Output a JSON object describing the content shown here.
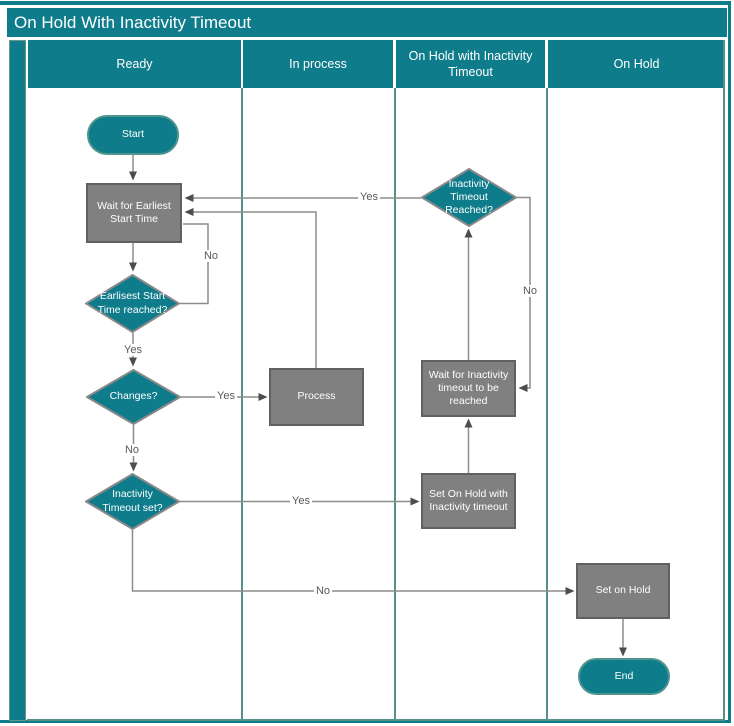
{
  "title": "On Hold With Inactivity Timeout",
  "lanes": [
    {
      "label": "Ready"
    },
    {
      "label": "In process"
    },
    {
      "label": "On Hold with Inactivity Timeout"
    },
    {
      "label": "On Hold"
    }
  ],
  "nodes": {
    "start": {
      "label": "Start",
      "type": "start"
    },
    "wait_earliest": {
      "label": "Wait for Earliest Start Time",
      "type": "process"
    },
    "earliest_reached": {
      "label": "Earlisest Start Time reached?",
      "type": "decision"
    },
    "changes": {
      "label": "Changes?",
      "type": "decision"
    },
    "inactivity_set": {
      "label": "Inactivity Timeout set?",
      "type": "decision"
    },
    "process": {
      "label": "Process",
      "type": "process"
    },
    "timeout_reached": {
      "label": "Inactivity Timeout Reached?",
      "type": "decision"
    },
    "wait_inactivity": {
      "label": "Wait for Inactivity timeout to be reached",
      "type": "process"
    },
    "set_on_hold_with": {
      "label": "Set On Hold with Inactivity timeout",
      "type": "process"
    },
    "set_on_hold": {
      "label": "Set on Hold",
      "type": "process"
    },
    "end": {
      "label": "End",
      "type": "end"
    }
  },
  "edges": {
    "timeout_reached_to_wait": {
      "label": "Yes"
    },
    "earliest_loop": {
      "label": "No"
    },
    "earliest_to_changes": {
      "label": "Yes"
    },
    "changes_to_process": {
      "label": "Yes"
    },
    "changes_to_inactivity_set": {
      "label": "No"
    },
    "inactivity_set_to_set_on_hold_with": {
      "label": "Yes"
    },
    "inactivity_set_to_set_on_hold": {
      "label": "No"
    },
    "timeout_reached_loop": {
      "label": "No"
    }
  },
  "colors": {
    "teal": "#0F7C8B",
    "stadium-border": "#4F948D",
    "diamond-border": "#898989",
    "gray-fill": "#808080",
    "gray-border": "#616161",
    "lane-line": "#55908A",
    "connector": "#8C8C8C",
    "arrow": "#4D4D4D",
    "label-text": "#595959"
  }
}
